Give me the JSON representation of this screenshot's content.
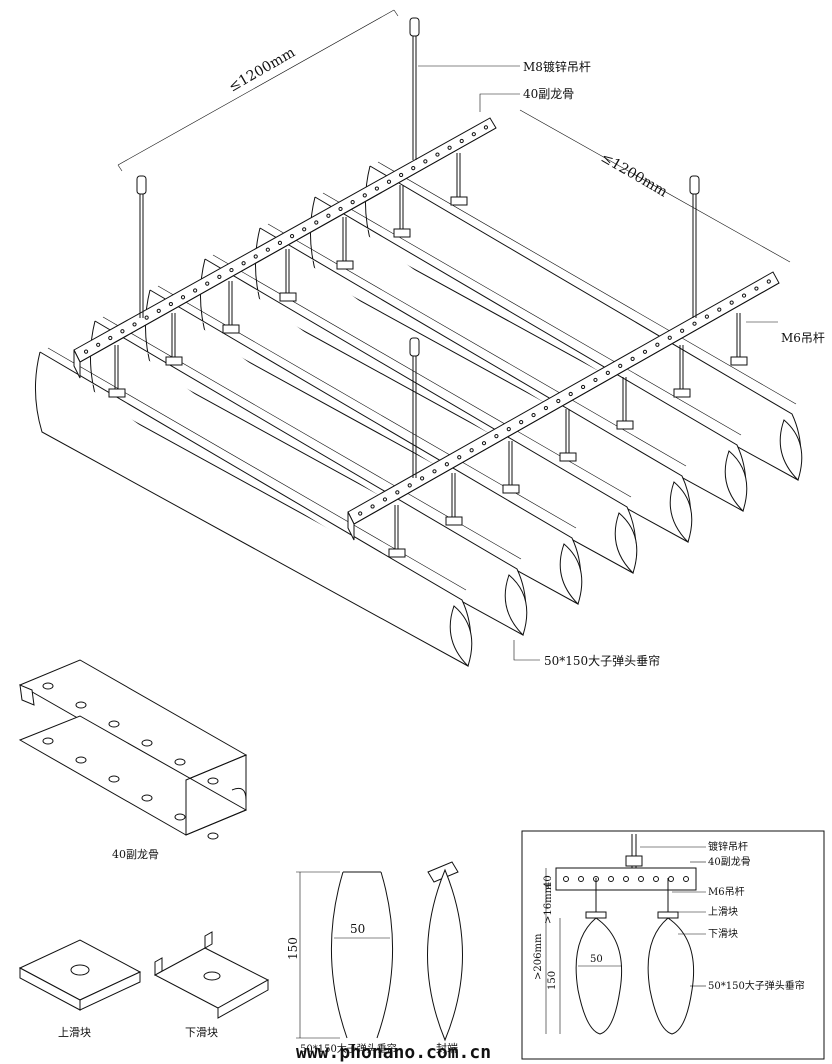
{
  "main_diagram": {
    "labels": {
      "span_1": "≤1200mm",
      "span_2": "≤1200mm",
      "hanger_rod": "M8镀锌吊杆",
      "sub_keel": "40副龙骨",
      "m6_rod": "M6吊杆",
      "curtain": "50*150大子弹头垂帘"
    }
  },
  "parts": {
    "keel_caption": "40副龙骨",
    "upper_slider_caption": "上滑块",
    "lower_slider_caption": "下滑块",
    "profile_caption": "50*150大子弹头垂帘",
    "end_cap_caption": "封端",
    "profile_height": "150",
    "profile_width": "50"
  },
  "section_detail": {
    "labels": {
      "hanger_rod": "镀锌吊杆",
      "sub_keel": "40副龙骨",
      "m6_rod": "M6吊杆",
      "upper_slider": "上滑块",
      "lower_slider": "下滑块",
      "curtain": "50*150大子弹头垂帘"
    },
    "dims": {
      "keel": "40",
      "gap": ">16mm",
      "total": ">206mm",
      "height": "150",
      "width": "50"
    }
  },
  "watermark": "www.phonano.com.cn"
}
